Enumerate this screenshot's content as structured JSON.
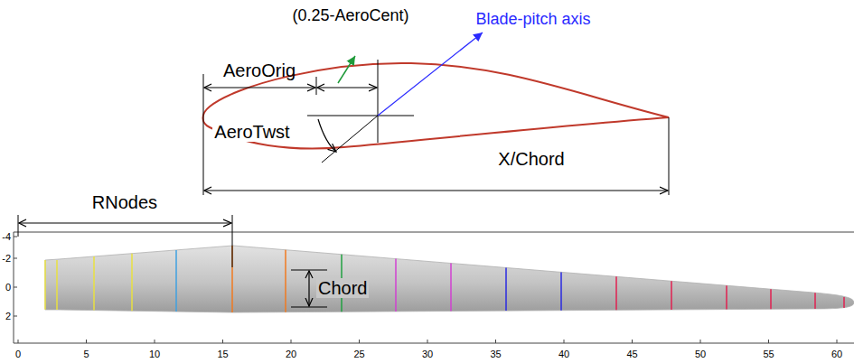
{
  "diagram": {
    "labels": [
      "(0.25-AeroCent)",
      "AeroOrig",
      "Blade-pitch axis",
      "AeroTwst",
      "X/Chord",
      "RNodes",
      "-4",
      "-2",
      "Chord",
      "0",
      "2",
      "0",
      "5",
      "10",
      "15",
      "20",
      "25",
      "30",
      "35",
      "40",
      "45",
      "50",
      "55",
      "60"
    ]
  }
}
